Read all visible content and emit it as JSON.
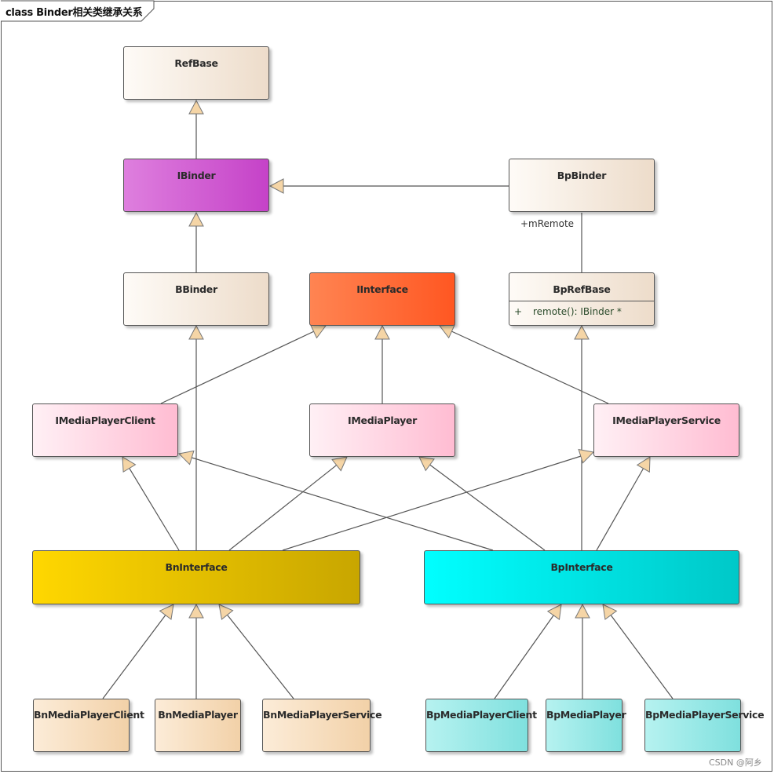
{
  "title": "class Binder相关类继承关系",
  "classes": {
    "refbase": "RefBase",
    "ibinder": "IBinder",
    "bpbinder": "BpBinder",
    "bbinder": "BBinder",
    "iinterface": "IInterface",
    "bprefbase": "BpRefBase",
    "imediaplayerclient": "IMediaPlayerClient",
    "imediaplayer": "IMediaPlayer",
    "imediaplayerservice": "IMediaPlayerService",
    "bninterface": "BnInterface",
    "bpinterface": "BpInterface",
    "bnmediaplayerclient": "BnMediaPlayerClient",
    "bnmediaplayer": "BnMediaPlayer",
    "bnmediaplayerservice": "BnMediaPlayerService",
    "bpmediaplayerclient": "BpMediaPlayerClient",
    "bpmediaplayer": "BpMediaPlayer",
    "bpmediaplayerservice": "BpMediaPlayerService"
  },
  "bprefbase_operation": {
    "visibility": "+",
    "signature": "remote(): IBinder *"
  },
  "association_label": "+mRemote",
  "watermark": "CSDN @阿乡",
  "colors": {
    "ibinder": "#c542c8",
    "iinterface": "#ff5722",
    "interfaces": "#ffbcd2",
    "bninterface": "#ffd700",
    "bpinterface": "#00ffff",
    "arrowhead_fill": "#f5d5a6"
  }
}
